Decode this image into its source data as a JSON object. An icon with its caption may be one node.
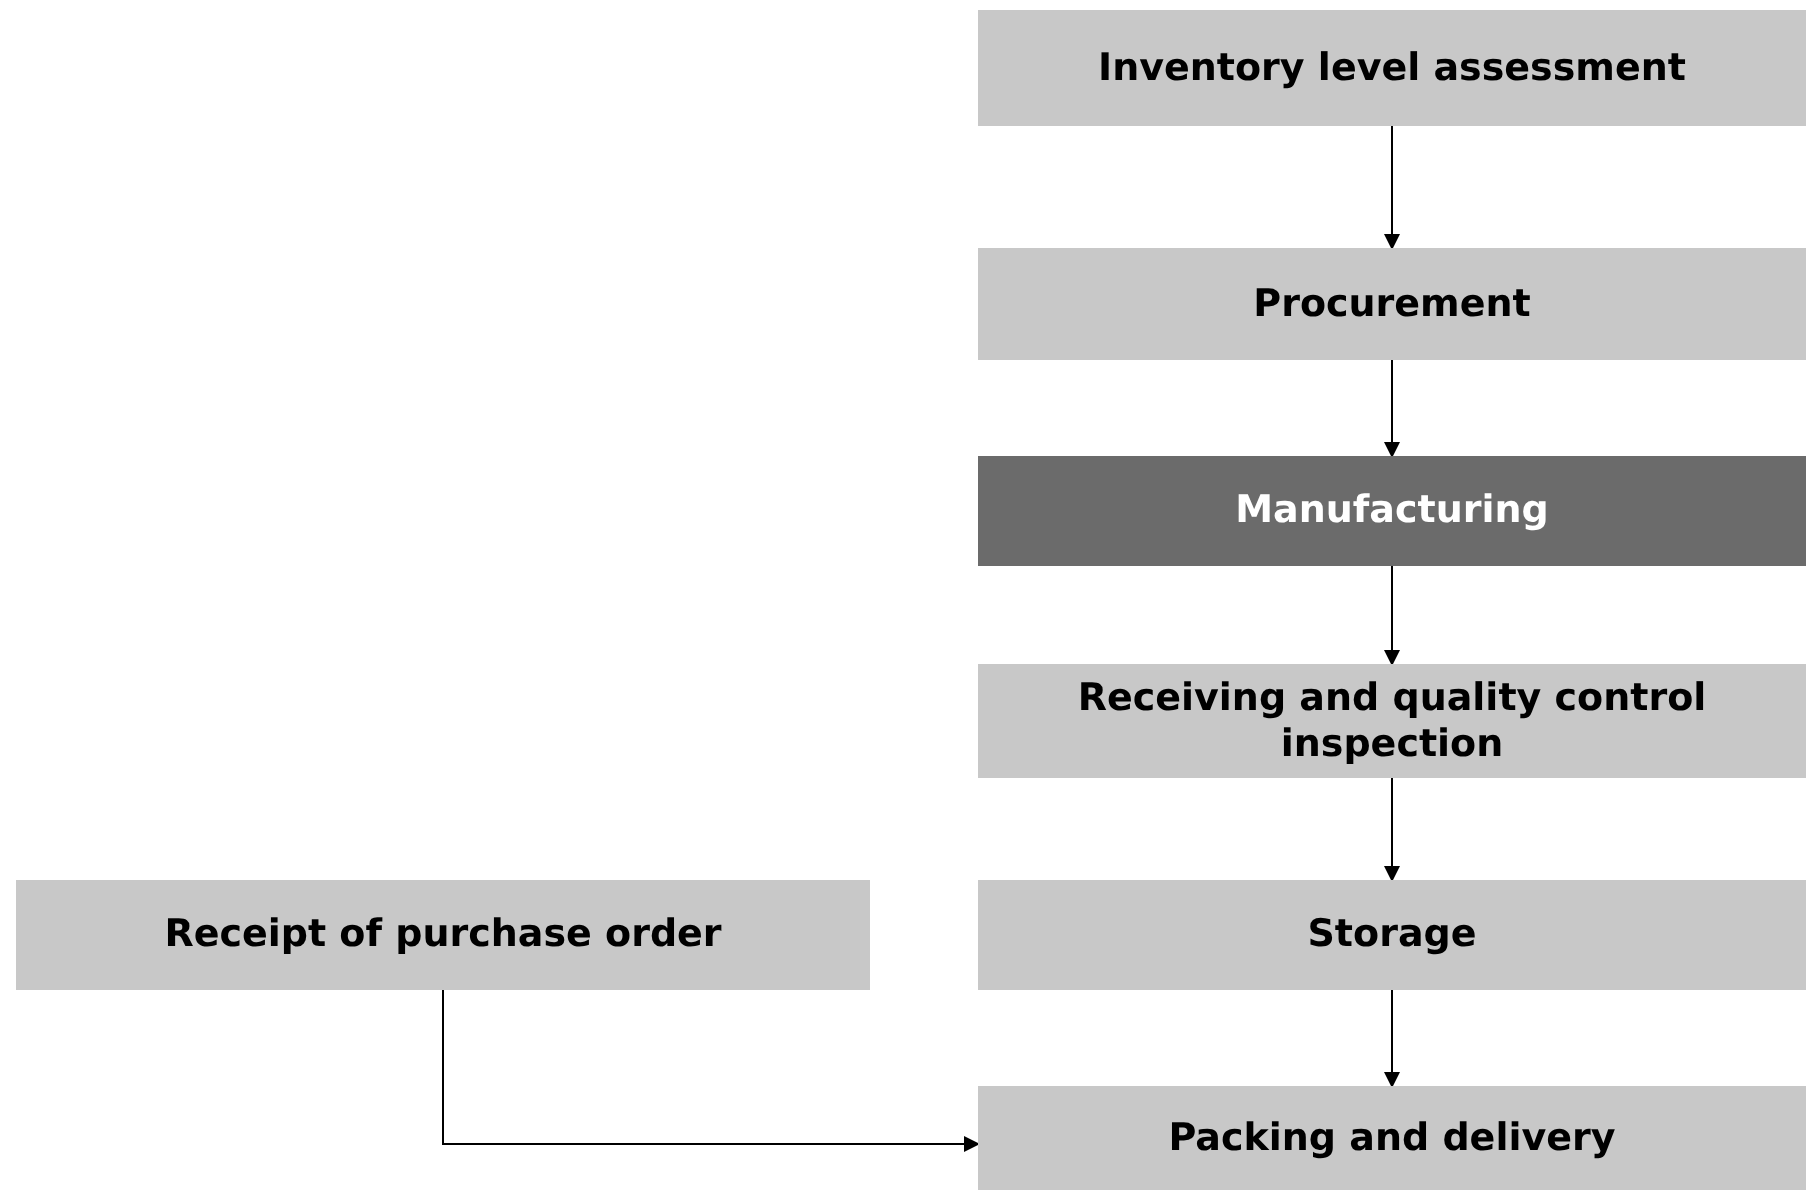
{
  "diagram": {
    "nodes": [
      {
        "text": [
          "Inventory level assessment"
        ]
      },
      {
        "text": [
          "Procurement"
        ]
      },
      {
        "text": [
          "Manufacturing"
        ]
      },
      {
        "text": [
          "Receiving and quality control inspection"
        ]
      },
      {
        "text": [
          "Receipt of purchase order"
        ]
      },
      {
        "text": [
          "Storage"
        ]
      },
      {
        "text": [
          "Packing and delivery"
        ]
      }
    ],
    "edges": [
      {
        "from": 0,
        "to": 1,
        "arrow": "to"
      },
      {
        "from": 1,
        "to": 2,
        "arrow": "to"
      },
      {
        "from": 2,
        "to": 3,
        "arrow": "to"
      },
      {
        "from": 3,
        "to": 5,
        "arrow": "to"
      },
      {
        "from": 5,
        "to": 6,
        "arrow": "to"
      },
      {
        "from": 4,
        "to": 6,
        "arrow": "to"
      }
    ]
  }
}
